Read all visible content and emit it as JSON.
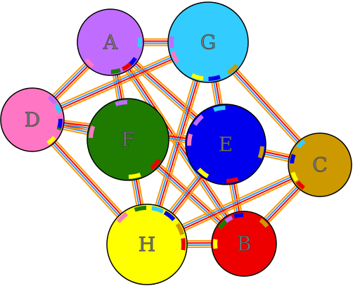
{
  "nodes": [
    {
      "id": "A",
      "label": "A",
      "color": "#c06cff"
    },
    {
      "id": "G",
      "label": "G",
      "color": "#33ccff"
    },
    {
      "id": "D",
      "label": "D",
      "color": "#ff77c4"
    },
    {
      "id": "F",
      "label": "F",
      "color": "#1e7b00"
    },
    {
      "id": "E",
      "label": "E",
      "color": "#0000ee"
    },
    {
      "id": "C",
      "label": "C",
      "color": "#cc9900"
    },
    {
      "id": "H",
      "label": "H",
      "color": "#ffff00"
    },
    {
      "id": "B",
      "label": "B",
      "color": "#ee0000"
    }
  ],
  "edges": [
    {
      "from": "A",
      "to": "G"
    },
    {
      "from": "A",
      "to": "D"
    },
    {
      "from": "A",
      "to": "F"
    },
    {
      "from": "A",
      "to": "E"
    },
    {
      "from": "A",
      "to": "B"
    },
    {
      "from": "G",
      "to": "D"
    },
    {
      "from": "G",
      "to": "E"
    },
    {
      "from": "G",
      "to": "C"
    },
    {
      "from": "G",
      "to": "H"
    },
    {
      "from": "D",
      "to": "F"
    },
    {
      "from": "D",
      "to": "E"
    },
    {
      "from": "D",
      "to": "H"
    },
    {
      "from": "F",
      "to": "H"
    },
    {
      "from": "F",
      "to": "B"
    },
    {
      "from": "E",
      "to": "C"
    },
    {
      "from": "E",
      "to": "H"
    },
    {
      "from": "E",
      "to": "B"
    },
    {
      "from": "C",
      "to": "H"
    },
    {
      "from": "C",
      "to": "B"
    },
    {
      "from": "H",
      "to": "B"
    }
  ],
  "edge_colors": {
    "outer": "#ff9900",
    "middle": "#ffffff",
    "inner": "#3399ff",
    "core": "#ff0000"
  }
}
